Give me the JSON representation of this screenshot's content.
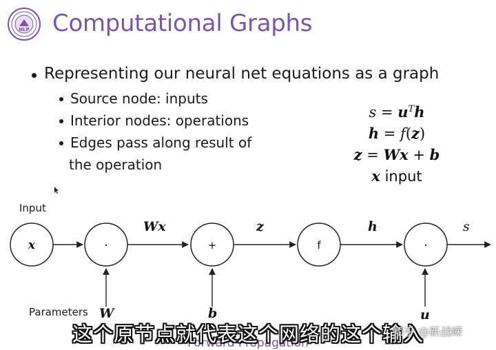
{
  "slide": {
    "title": "Computational Graphs",
    "logo_text": "NLP"
  },
  "bullets": {
    "main": "Representing our neural net equations as a graph",
    "sub": [
      "Source node: inputs",
      "Interior nodes: operations",
      "Edges pass along result of",
      "the operation"
    ]
  },
  "equations": {
    "line4_suffix": "input"
  },
  "graph": {
    "input_label": "Input",
    "parameters_label": "Parameters",
    "nodes": {
      "x": "x",
      "mul1": "·",
      "add": "+",
      "f": "f",
      "mul2": "·"
    },
    "edges": {
      "wx": "Wx",
      "z": "z",
      "h": "h",
      "s": "s"
    },
    "params": {
      "W": "W",
      "b": "b",
      "u": "u"
    }
  },
  "overlay": {
    "subtitle": "这个原节点就代表这个网络的这个输入",
    "watermark": "知乎 @新战嵘",
    "footer": "Forward Propagation"
  },
  "colors": {
    "title": "#7b55a6",
    "footer": "#7b55a6",
    "text": "#1a1a1a"
  }
}
